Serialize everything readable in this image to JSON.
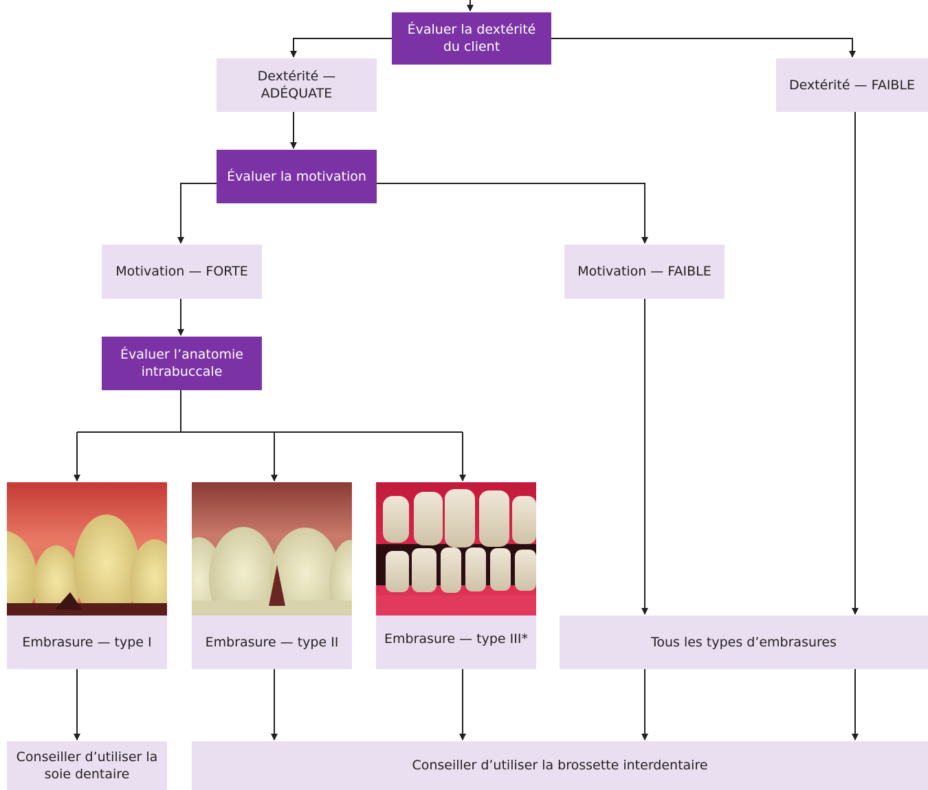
{
  "nodes": {
    "eval_dexterity": "Évaluer la dextérité\ndu client",
    "dexterity_adequate": "Dextérité — ADÉQUATE",
    "dexterity_weak": "Dextérité — FAIBLE",
    "eval_motivation": "Évaluer la motivation",
    "motivation_strong": "Motivation — FORTE",
    "motivation_weak": "Motivation — FAIBLE",
    "eval_anatomy": "Évaluer l’anatomie\nintrabuccale",
    "embrasure_type1": "Embrasure — type I",
    "embrasure_type2": "Embrasure — type II",
    "embrasure_type3": "Embrasure — type III*",
    "all_embrasures": "Tous les types d’embrasures",
    "advise_floss": "Conseiller d’utiliser la\nsoie dentaire",
    "advise_brush": "Conseiller d’utiliser la brossette interdentaire"
  },
  "colors": {
    "dark_box": "#7b32a5",
    "light_box": "#eadff1",
    "arrow": "#231f20"
  },
  "images": {
    "type1": "photo-embrasure-type-1",
    "type2": "photo-embrasure-type-2",
    "type3": "photo-embrasure-type-3"
  }
}
